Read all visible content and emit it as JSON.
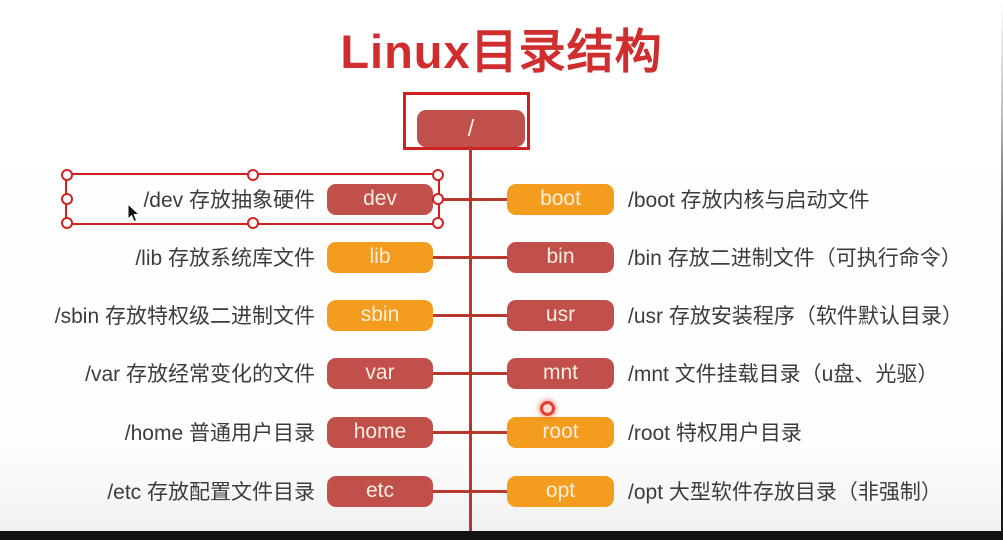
{
  "title": "Linux目录结构",
  "root": {
    "label": "/"
  },
  "colors": {
    "red_box": "#c1504b",
    "orange_box": "#f39c1e",
    "line": "#b9382e",
    "highlight": "#cf1f1f",
    "title": "#d02e2e",
    "text": "#3c3c3c"
  },
  "rows": [
    {
      "left_label": "/dev 存放抽象硬件",
      "left_name": "dev",
      "left_color": "#c1504b",
      "right_name": "boot",
      "right_color": "#f39c1e",
      "right_label": "/boot 存放内核与启动文件"
    },
    {
      "left_label": "/lib 存放系统库文件",
      "left_name": "lib",
      "left_color": "#f39c1e",
      "right_name": "bin",
      "right_color": "#c1504b",
      "right_label": "/bin 存放二进制文件（可执行命令）"
    },
    {
      "left_label": "/sbin 存放特权级二进制文件",
      "left_name": "sbin",
      "left_color": "#f39c1e",
      "right_name": "usr",
      "right_color": "#c1504b",
      "right_label": "/usr 存放安装程序（软件默认目录）"
    },
    {
      "left_label": "/var 存放经常变化的文件",
      "left_name": "var",
      "left_color": "#c1504b",
      "right_name": "mnt",
      "right_color": "#c1504b",
      "right_label": "/mnt 文件挂载目录（u盘、光驱）"
    },
    {
      "left_label": "/home 普通用户目录",
      "left_name": "home",
      "left_color": "#c1504b",
      "right_name": "root",
      "right_color": "#f39c1e",
      "right_label": "/root 特权用户目录"
    },
    {
      "left_label": "/etc 存放配置文件目录",
      "left_name": "etc",
      "left_color": "#c1504b",
      "right_name": "opt",
      "right_color": "#f39c1e",
      "right_label": "/opt 大型软件存放目录（非强制）"
    }
  ],
  "annotations": {
    "selected_row": "dev",
    "icons": {
      "cursor": "mouse-cursor-arrow-icon",
      "pointer": "laser-pointer-dot"
    }
  }
}
